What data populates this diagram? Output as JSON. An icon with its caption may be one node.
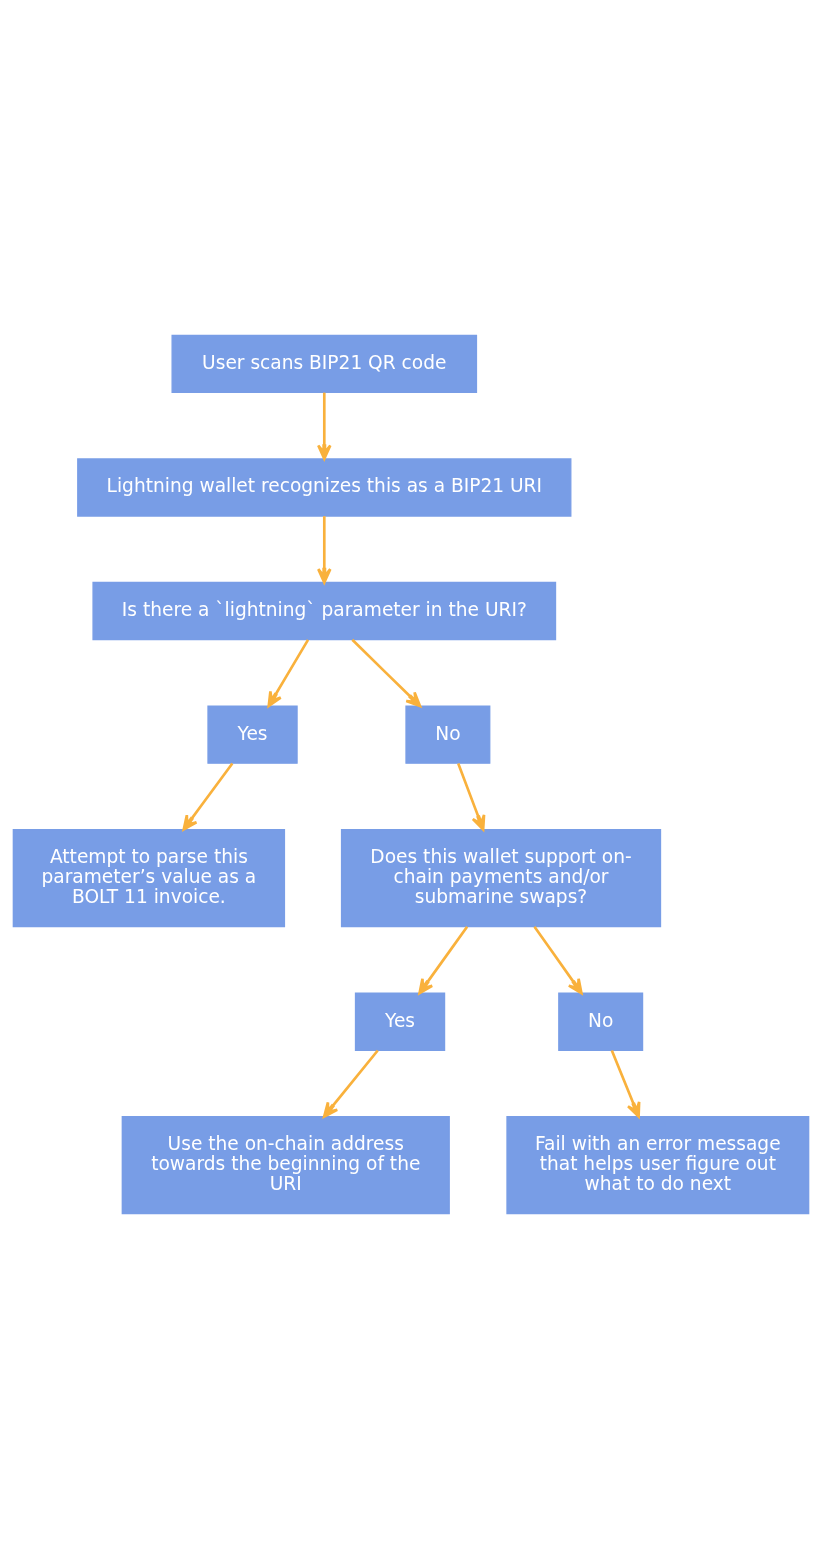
{
  "diagram": {
    "nodes": [
      {
        "text": [
          "User scans BIP21 QR code"
        ]
      },
      {
        "text": [
          "Lightning wallet recognizes this as a BIP21 URI"
        ]
      },
      {
        "text": [
          "Is there a `lightning` parameter in the URI?"
        ]
      },
      {
        "text": [
          "Yes"
        ]
      },
      {
        "text": [
          "No"
        ]
      },
      {
        "text": [
          "Attempt to parse this parameter’s value as a BOLT 11 invoice."
        ]
      },
      {
        "text": [
          "Does this wallet support on-chain payments and/or submarine swaps?"
        ]
      },
      {
        "text": [
          "Yes"
        ]
      },
      {
        "text": [
          "No"
        ]
      },
      {
        "text": [
          "Use the on-chain address towards the beginning of the URI"
        ]
      },
      {
        "text": [
          "Fail with an error message that helps user figure out what to do next"
        ]
      }
    ],
    "edges": [
      {
        "from": 0,
        "to": 1,
        "arrow": "to"
      },
      {
        "from": 1,
        "to": 2,
        "arrow": "to"
      },
      {
        "from": 2,
        "to": 3,
        "arrow": "to"
      },
      {
        "from": 2,
        "to": 4,
        "arrow": "to"
      },
      {
        "from": 3,
        "to": 5,
        "arrow": "to"
      },
      {
        "from": 4,
        "to": 6,
        "arrow": "to"
      },
      {
        "from": 6,
        "to": 7,
        "arrow": "to"
      },
      {
        "from": 6,
        "to": 8,
        "arrow": "to"
      },
      {
        "from": 7,
        "to": 9,
        "arrow": "to"
      },
      {
        "from": 8,
        "to": 10,
        "arrow": "to"
      }
    ]
  }
}
